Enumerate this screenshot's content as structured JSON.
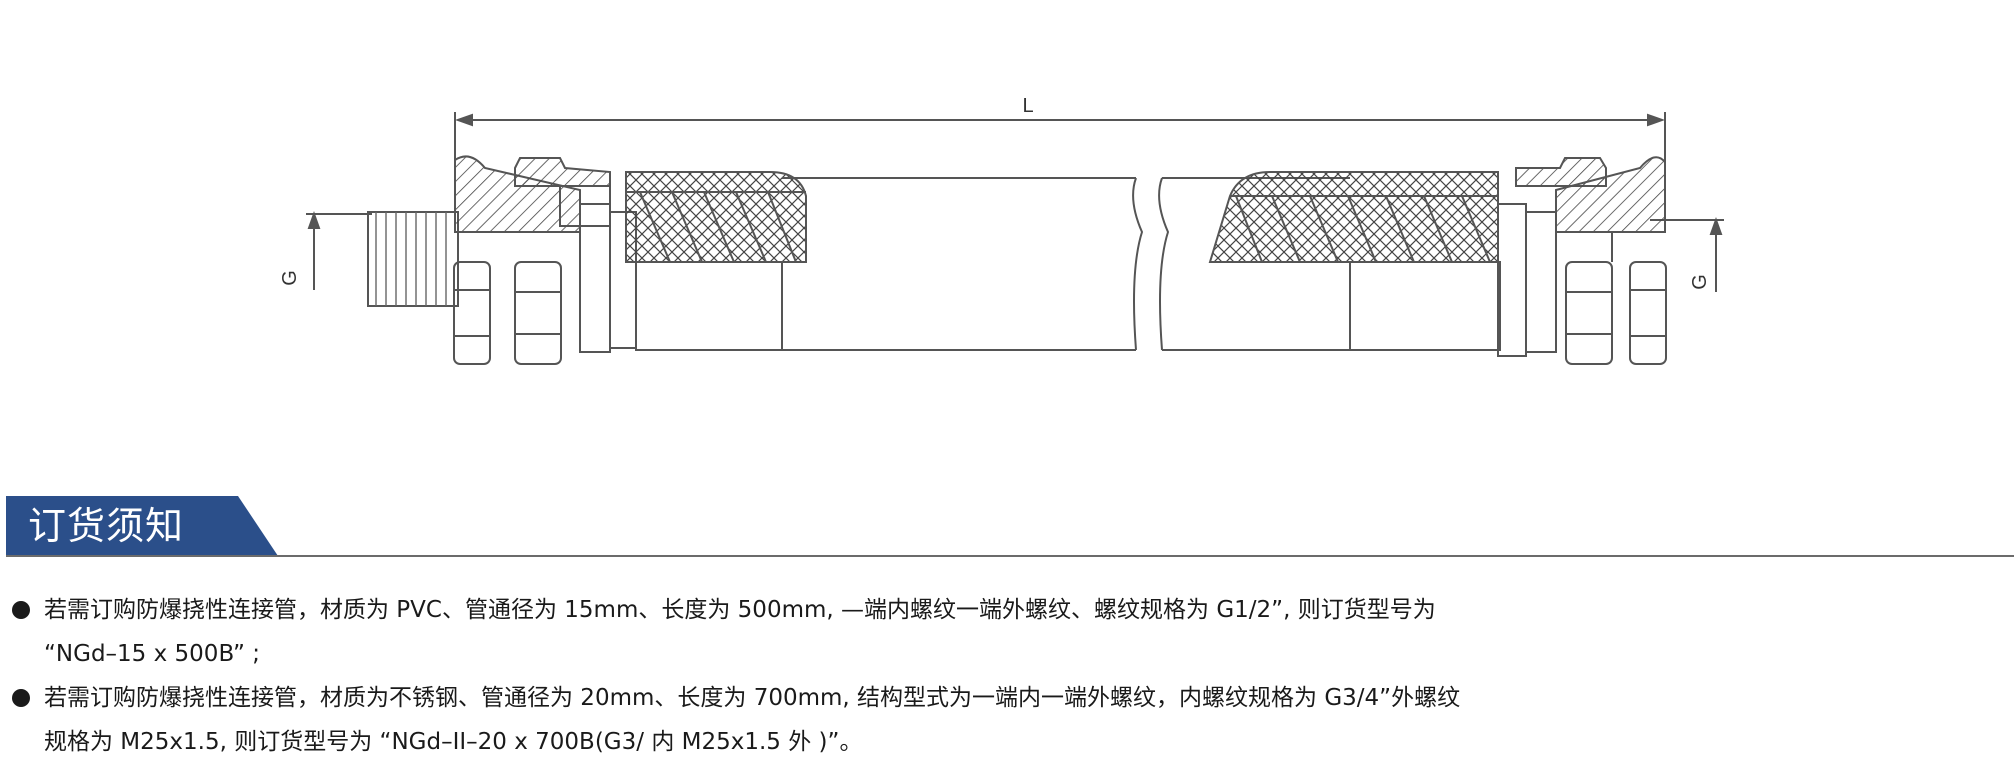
{
  "diagram": {
    "dimension_length_label": "L",
    "dimension_thread_left": "G",
    "dimension_thread_right": "G"
  },
  "section": {
    "title": "订货须知",
    "banner_color": "#2b4f8a",
    "rule_color": "#6b6b6b"
  },
  "notes": [
    {
      "line1": "若需订购防爆挠性连接管，材质为 PVC、管通径为 15mm、长度为 500mm, —端内螺纹一端外螺纹、螺纹规格为 G1/2”, 则订货型号为",
      "line2": "“NGd–15 x 500B” ;"
    },
    {
      "line1": "若需订购防爆挠性连接管，材质为不锈钢、管通径为 20mm、长度为 700mm, 结构型式为一端内一端外螺纹，内螺纹规格为 G3/4”外螺纹",
      "line2": "规格为 M25x1.5, 则订货型号为 “NGd–II–20 x 700B(G3/ 内 M25x1.5 外 )”。"
    }
  ]
}
